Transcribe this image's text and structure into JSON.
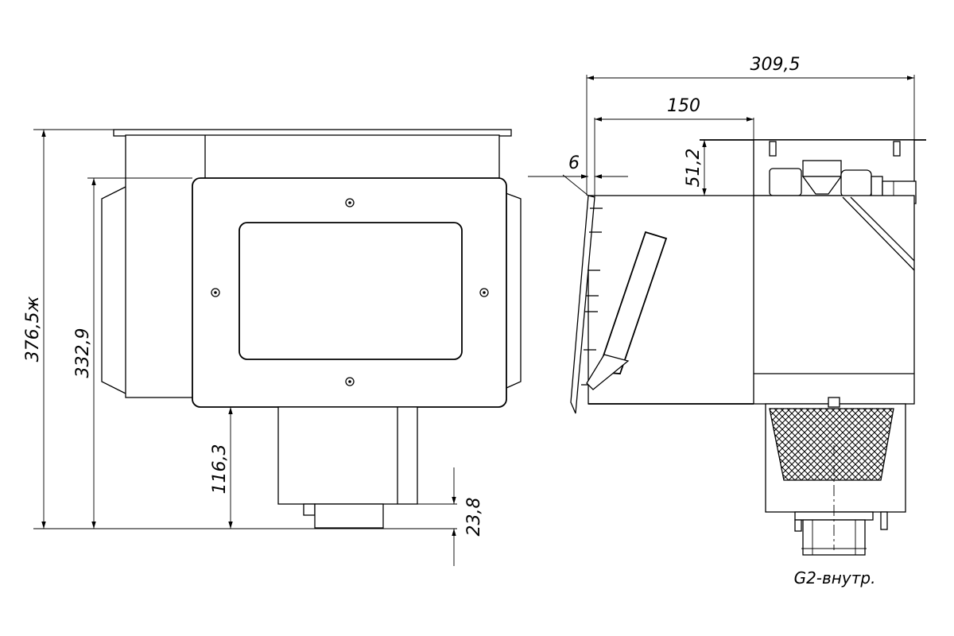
{
  "dimensions": {
    "total_length": "309,5",
    "front_depth": "150",
    "offset": "6",
    "neck_height": "51,2",
    "total_height": "376,5ж",
    "body_height": "332,9",
    "bottom_height": "116,3",
    "outlet_height": "23,8"
  },
  "labels": {
    "outlet_thread": "G2-внутр."
  }
}
